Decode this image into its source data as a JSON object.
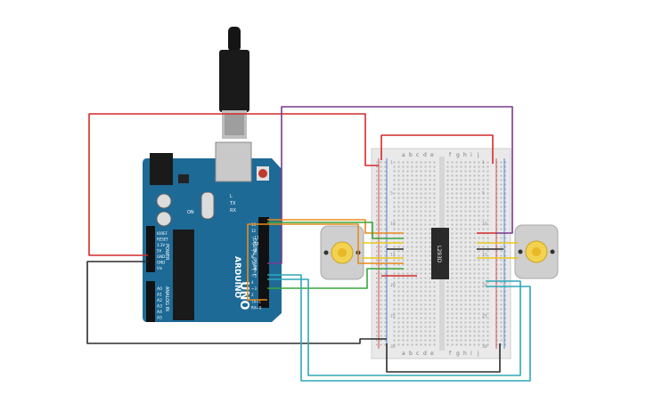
{
  "arduino": {
    "brand": "ARDUINO",
    "model": "UNO",
    "tx_label": "TX",
    "rx_label": "RX",
    "l_label": "L",
    "on_label": "ON",
    "aref_label": "AREF",
    "gnd_label": "GND",
    "digital_label": "DIGITAL (PWM~)",
    "power_label": "POWER",
    "analog_label": "ANALOG IN",
    "digital_pins": [
      "13",
      "12",
      "~11",
      "~10",
      "~9",
      "8",
      "7",
      "~6",
      "~5",
      "4",
      "~3",
      "2",
      "TX→1",
      "RX←0"
    ],
    "power_pins": [
      "IOREF",
      "RESET",
      "3.3V",
      "5V",
      "GND",
      "GND",
      "Vin"
    ],
    "analog_pins": [
      "A0",
      "A1",
      "A2",
      "A3",
      "A4",
      "A5"
    ]
  },
  "breadboard": {
    "col_letters_left": [
      "a",
      "b",
      "c",
      "d",
      "e"
    ],
    "col_letters_right": [
      "f",
      "g",
      "h",
      "i",
      "j"
    ],
    "row_numbers": [
      "1",
      "5",
      "10",
      "15",
      "20",
      "25",
      "30"
    ],
    "chip_label": "L293D"
  },
  "colors": {
    "red": "#d42a2a",
    "purple": "#7a3a8e",
    "black": "#2b2b2b",
    "orange": "#e88a1c",
    "green": "#3aa63a",
    "yellow": "#e8c81c",
    "teal": "#2fa7b8",
    "board_blue": "#1e6a96"
  }
}
